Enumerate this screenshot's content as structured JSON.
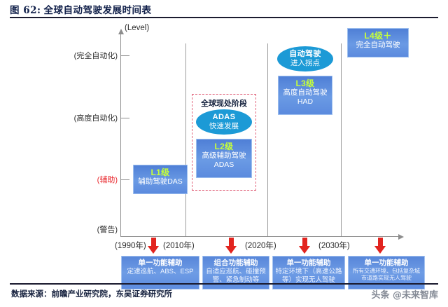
{
  "header": {
    "figure_number": "图 62:",
    "title": "全球自动驾驶发展时间表"
  },
  "footer": {
    "source": "数据来源：前瞻产业研究院，东吴证券研究所",
    "watermark": "头条 @未来智库"
  },
  "chart_data": {
    "type": "diagram",
    "title": "全球自动驾驶发展时间表",
    "ylabel": "(Level)",
    "xlabel": "",
    "y_ticks": [
      {
        "label": "(完全自动化)",
        "highlight": false
      },
      {
        "label": "(高度自动化)",
        "highlight": false
      },
      {
        "label": "(辅助)",
        "highlight": true
      },
      {
        "label": "(警告)",
        "highlight": false
      }
    ],
    "x_ticks": [
      "(1990年)",
      "(2010年)",
      "(2020年)",
      "(2030年)"
    ],
    "levels": [
      {
        "code": "L1级",
        "name": "辅助驾驶DAS",
        "name2": ""
      },
      {
        "code": "L2级",
        "name": "高级辅助驾驶",
        "name2": "ADAS"
      },
      {
        "code": "L3级",
        "name": "高度自动驾驶",
        "name2": "HAD"
      },
      {
        "code": "L4级＋",
        "name": "完全自动驾驶",
        "name2": ""
      }
    ],
    "callouts": [
      {
        "line1": "ADAS",
        "line2": "快速发展"
      },
      {
        "line1": "自动驾驶",
        "line2": "进入拐点"
      }
    ],
    "current_stage_label": "全球现处阶段",
    "stages": [
      {
        "heading": "单一功能辅助",
        "detail": "定速巡航、ABS、ESP"
      },
      {
        "heading": "组合功能辅助",
        "detail": "自适应巡航、碰撞预警、紧急制动等"
      },
      {
        "heading": "单一功能辅助",
        "detail": "特定环境下（高速公路等）实现无人驾驶"
      },
      {
        "heading": "单一功能辅助",
        "detail": "所有交通环境、包括复杂城市道路实现无人驾驶"
      }
    ],
    "colors": {
      "level_box": "#5b8ade",
      "level_code": "#c6ff3a",
      "callout_ellipse": "#1c9ad6",
      "dashed_border": "#e0627a",
      "arrow": "#e2241f",
      "assist_label": "#e8262b",
      "axis": "#8d8d8d"
    }
  }
}
